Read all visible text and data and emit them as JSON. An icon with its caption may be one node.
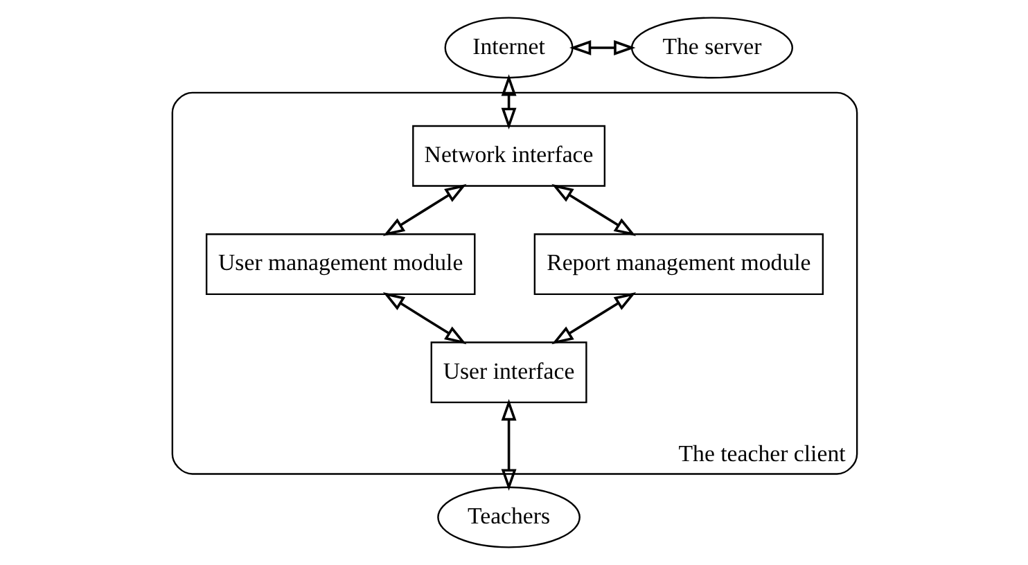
{
  "diagram": {
    "nodes": [
      {
        "text": [
          "Internet"
        ]
      },
      {
        "text": [
          "The server"
        ]
      },
      {
        "text": [
          "The teacher client"
        ]
      },
      {
        "text": [
          "Network interface"
        ],
        "in": 2
      },
      {
        "text": [
          "User management module"
        ],
        "in": 2
      },
      {
        "text": [
          "Report management module"
        ],
        "in": 2
      },
      {
        "text": [
          "User interface"
        ],
        "in": 2
      },
      {
        "text": [
          "Teachers"
        ]
      }
    ],
    "edges": [
      {
        "from": 0,
        "to": 1,
        "arrow": "both"
      },
      {
        "from": 0,
        "to": 3,
        "arrow": "both"
      },
      {
        "from": 3,
        "to": 4,
        "arrow": "both"
      },
      {
        "from": 3,
        "to": 5,
        "arrow": "both"
      },
      {
        "from": 4,
        "to": 6,
        "arrow": "both"
      },
      {
        "from": 5,
        "to": 6,
        "arrow": "both"
      },
      {
        "from": 6,
        "to": 7,
        "arrow": "both"
      }
    ]
  }
}
